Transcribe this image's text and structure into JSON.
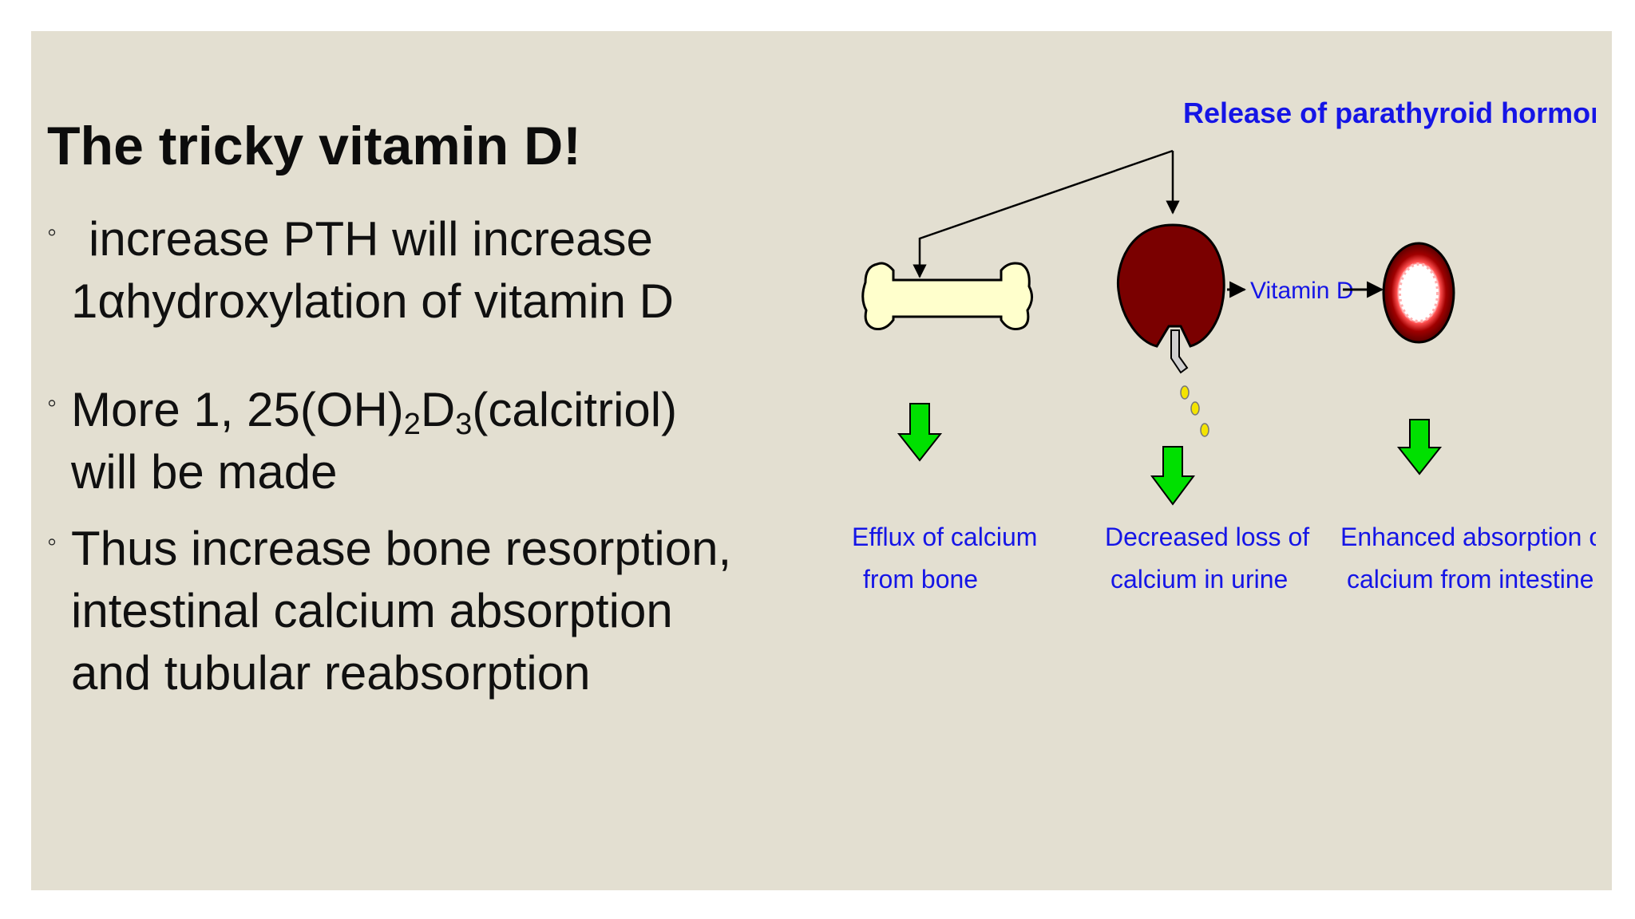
{
  "slide": {
    "title": "The tricky vitamin D!",
    "bullets": [
      {
        "lines": [
          "increase PTH will increase",
          "1αhydroxylation of vitamin D"
        ]
      },
      {
        "prefix": "More 1, 25(OH)",
        "sub1": "2",
        "mid": "D",
        "sub2": "3",
        "suffix": "(calcitriol)",
        "line2": "will be made"
      },
      {
        "lines": [
          "Thus increase bone resorption,",
          "intestinal calcium absorption",
          "and tubular reabsorption"
        ]
      }
    ]
  },
  "diagram": {
    "header": "Release of parathyroid hormone",
    "vitamin_d_label": "Vitamin D",
    "captions": {
      "bone": [
        "Efflux of calcium",
        "from bone"
      ],
      "kidney": [
        "Decreased loss of",
        "calcium in urine"
      ],
      "intestine": [
        "Enhanced absorption of",
        "calcium from intestine"
      ]
    },
    "colors": {
      "label_blue": "#1515e6",
      "arrow_green": "#00e000",
      "kidney_red": "#7a0000",
      "bone_fill": "#ffffcc",
      "urine_yellow": "#f4e400"
    }
  }
}
